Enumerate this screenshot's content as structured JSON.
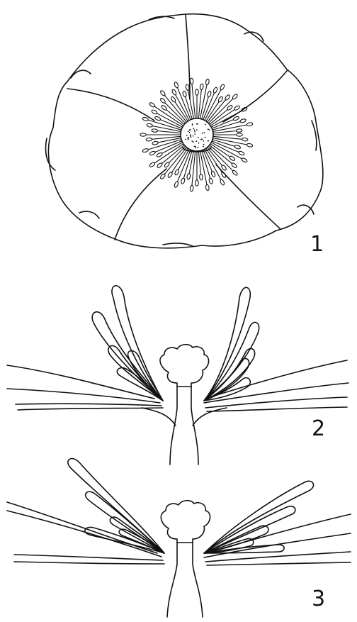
{
  "figures": [
    {
      "number": "1"
    },
    {
      "number": "2"
    },
    {
      "number": "3"
    }
  ],
  "colors": {
    "ink": "#111111",
    "paper": "#ffffff"
  }
}
